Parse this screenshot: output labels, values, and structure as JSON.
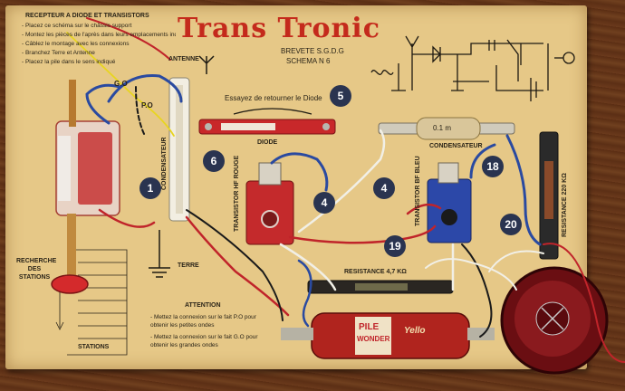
{
  "board": {
    "title": "Trans Tronic",
    "subtitle_left": "RECEPTEUR A DIODE ET TRANSISTORS",
    "patent": "BREVETE S.G.D.G",
    "schema": "SCHEMA N 6",
    "instructions": [
      "- Placez ce schéma sur le châssis support",
      "- Montez les pièces de l'après dans leurs emplacements indiqués",
      "- Câblez le montage avec les connexions",
      "- Branchez Terre et Antenne",
      "- Placez la pile dans le sens indiqué"
    ]
  },
  "labels": {
    "antenne": "ANTENNE",
    "go": "G.O",
    "po": "P.O",
    "condensateur_left": "CONDENSATEUR",
    "diode_hint": "Essayez de retourner le Diode",
    "diode": "DIODE",
    "transistor_rouge": "TRANSISTOR HF ROUGE",
    "transistor_bleu": "TRANSISTOR BF BLEU",
    "condensateur_right": "CONDENSATEUR",
    "cap_value": "0.1 m",
    "resistance_220": "RESISTANCE 220 KΩ",
    "resistance_47": "RESISTANCE 4,7 KΩ",
    "terre": "TERRE",
    "recherche": "RECHERCHE DES STATIONS",
    "stations": "STATIONS",
    "attention_title": "ATTENTION",
    "attention_lines": [
      "- Mettez la connexion sur le fait P.O pour obtenir les petites ondes",
      "- Mettez la connexion sur le fait G.O pour obtenir les grandes ondes"
    ],
    "battery_line1": "PILE",
    "battery_line2": "WONDER",
    "battery_brand": "Yello"
  },
  "badges": [
    "1",
    "6",
    "5",
    "4",
    "4",
    "18",
    "19",
    "20"
  ],
  "colors": {
    "board": "#e6c887",
    "title_red": "#c42a1c",
    "badge": "#2a3450",
    "wire_red": "#c0242a",
    "wire_blue": "#2a4aa0",
    "wire_white": "#f1efe6",
    "wire_black": "#1a1a1a",
    "wire_yellow": "#e8d520"
  }
}
